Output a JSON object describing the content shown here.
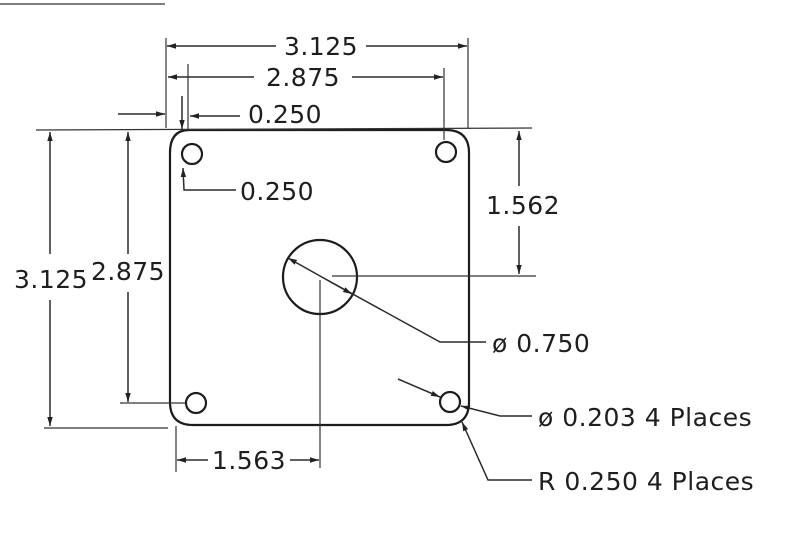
{
  "drawing": {
    "dimensions": {
      "overall_width": "3.125",
      "hole_center_width": "2.875",
      "hole_offset_x": "0.250",
      "hole_offset_y": "0.250",
      "overall_height": "3.125",
      "hole_center_height": "2.875",
      "center_hole_y": "1.562",
      "center_hole_x": "1.563"
    },
    "callouts": {
      "center_hole": "ø 0.750",
      "corner_holes": "ø 0.203 4 Places",
      "corner_radius": "R 0.250 4 Places"
    }
  }
}
